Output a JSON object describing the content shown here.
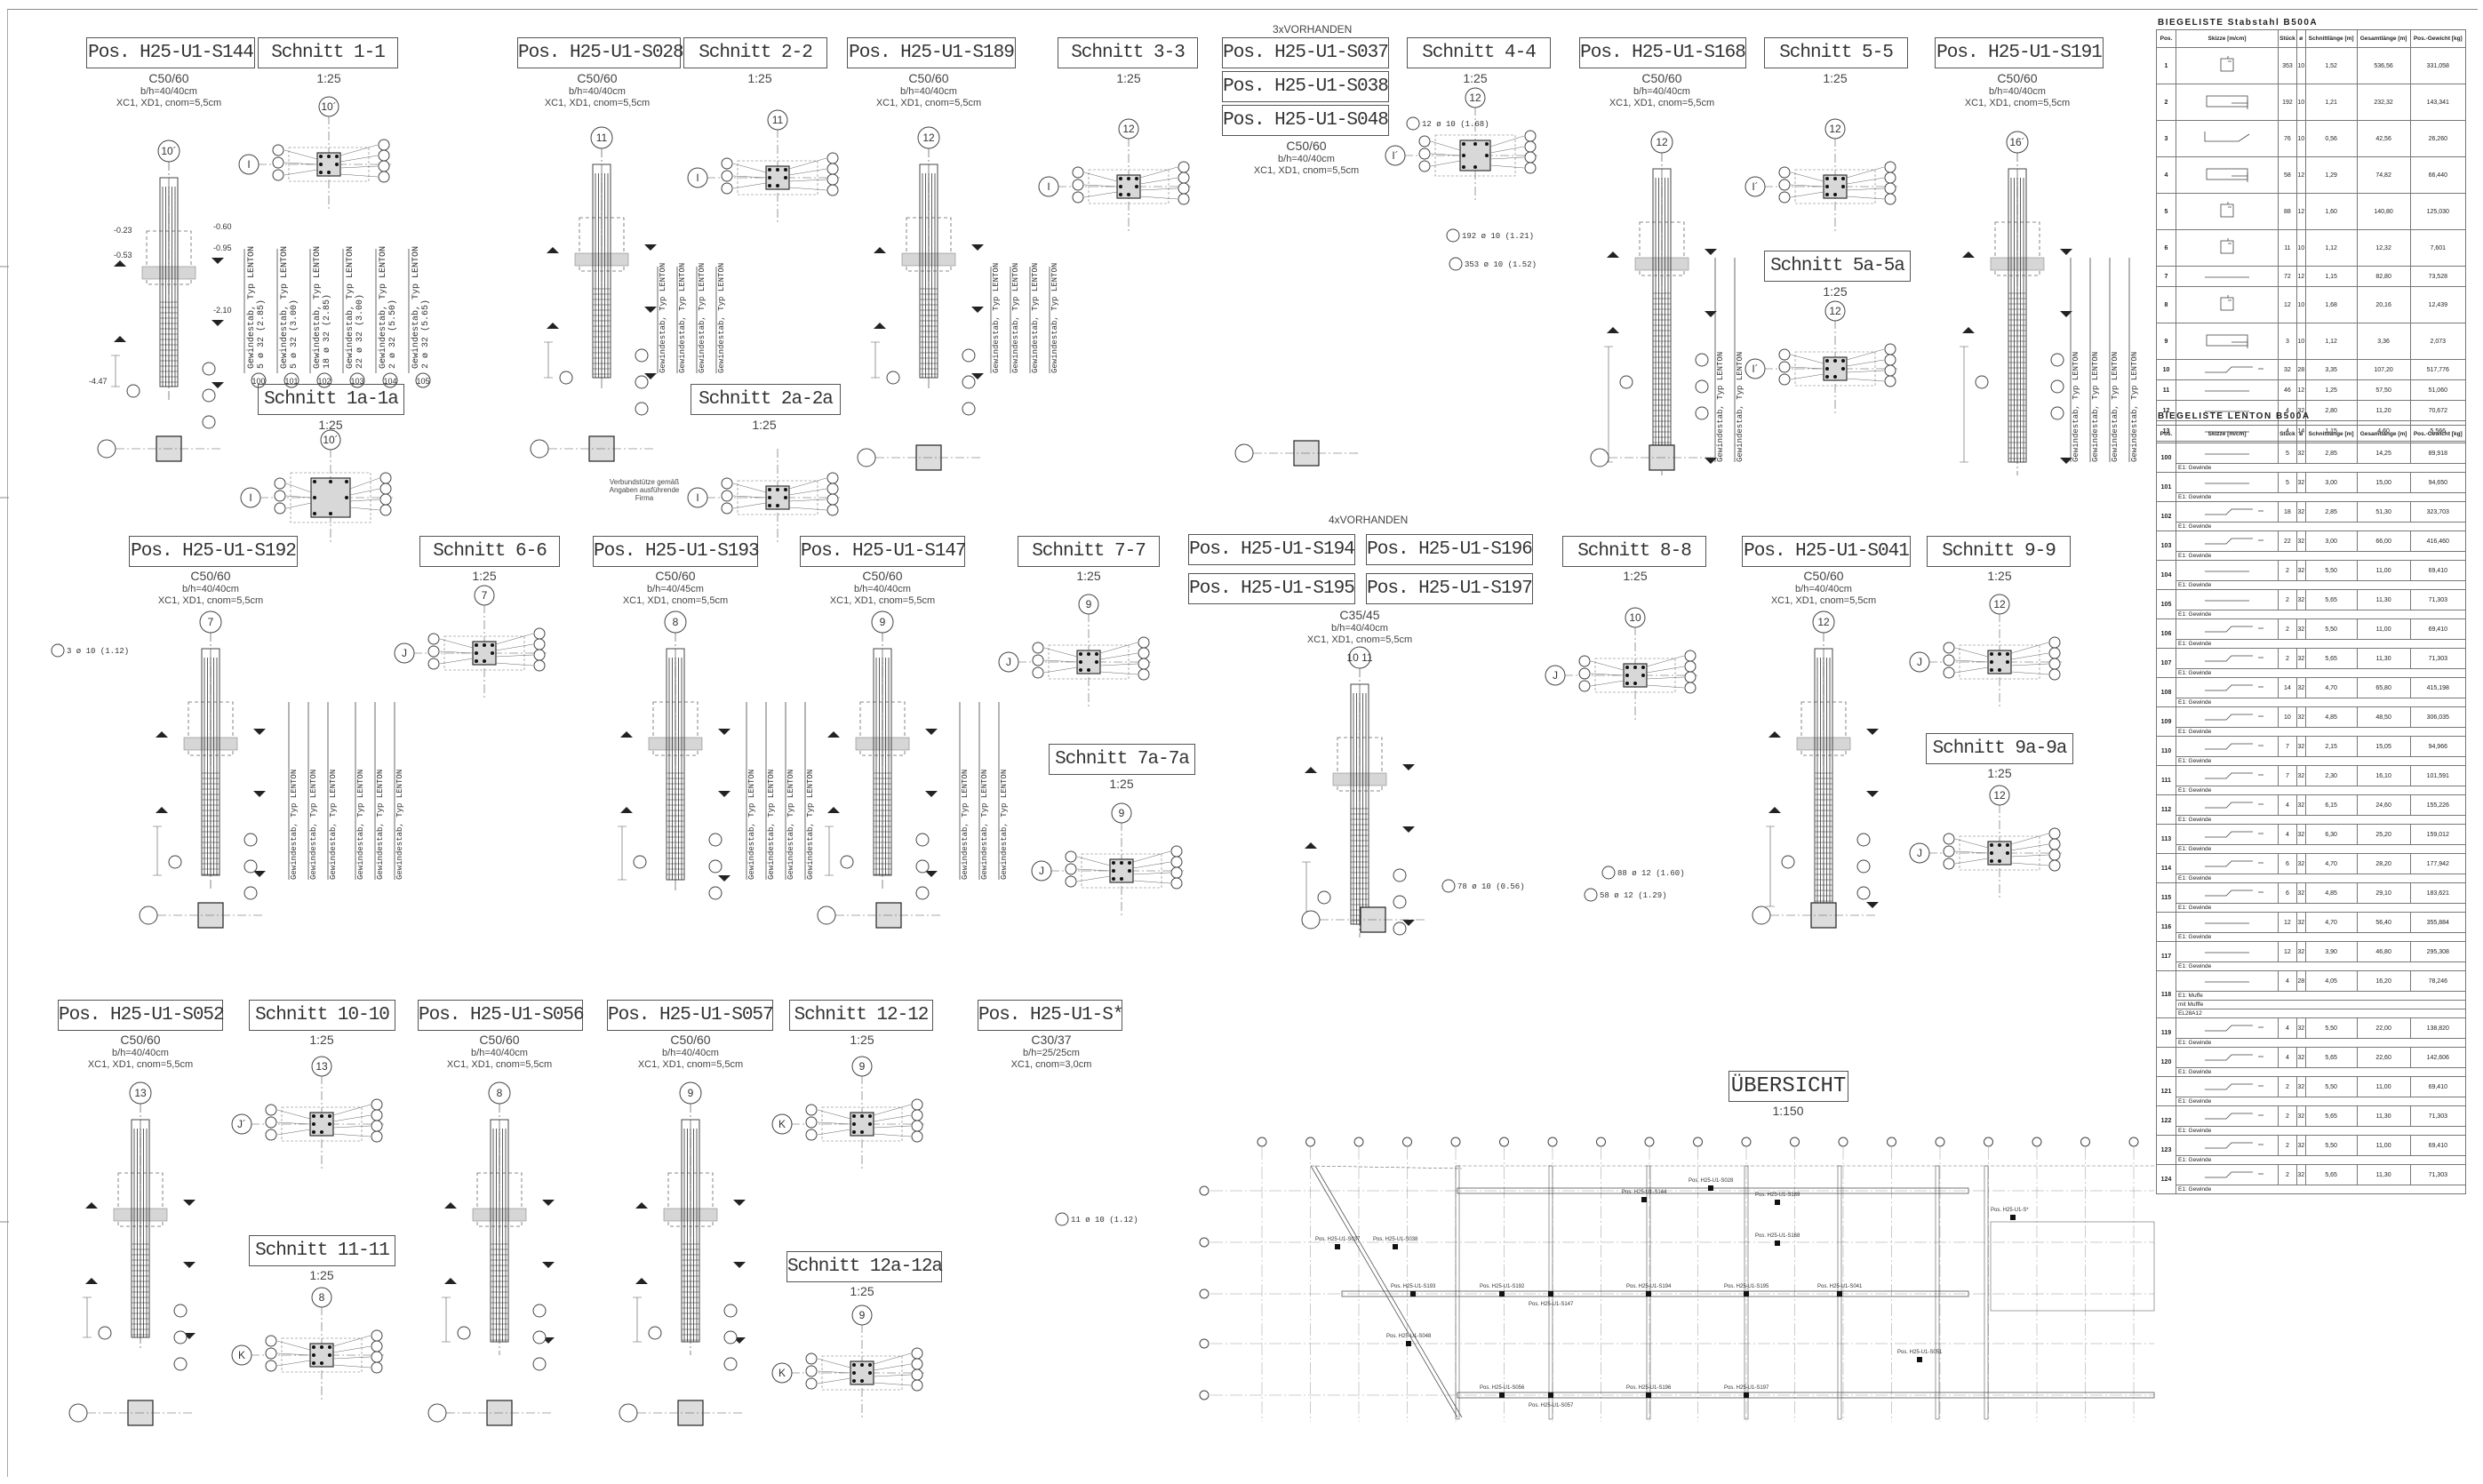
{
  "row1": {
    "s144": {
      "title": "Pos. H25-U1-S144",
      "concrete": "C50/60",
      "dims": "b/h=40/40cm",
      "exposure": "XC1, XD1, cnom=5,5cm"
    },
    "c11": {
      "title": "Schnitt 1-1",
      "scale": "1:25"
    },
    "s028": {
      "title": "Pos. H25-U1-S028",
      "concrete": "C50/60",
      "dims": "b/h=40/40cm",
      "exposure": "XC1, XD1, cnom=5,5cm"
    },
    "c22": {
      "title": "Schnitt 2-2",
      "scale": "1:25"
    },
    "s189": {
      "title": "Pos. H25-U1-S189",
      "concrete": "C50/60",
      "dims": "b/h=40/40cm",
      "exposure": "XC1, XD1, cnom=5,5cm"
    },
    "c33": {
      "title": "Schnitt 3-3",
      "scale": "1:25"
    },
    "vorhanden3": "3xVORHANDEN",
    "s037": {
      "title": "Pos. H25-U1-S037"
    },
    "s038": {
      "title": "Pos. H25-U1-S038"
    },
    "s048": {
      "title": "Pos. H25-U1-S048",
      "concrete": "C50/60",
      "dims": "b/h=40/40cm",
      "exposure": "XC1, XD1, cnom=5,5cm"
    },
    "c44": {
      "title": "Schnitt 4-4",
      "scale": "1:25"
    },
    "s168": {
      "title": "Pos. H25-U1-S168",
      "concrete": "C50/60",
      "dims": "b/h=40/40cm",
      "exposure": "XC1, XD1, cnom=5,5cm"
    },
    "c55": {
      "title": "Schnitt 5-5",
      "scale": "1:25"
    },
    "s191": {
      "title": "Pos. H25-U1-S191",
      "concrete": "C50/60",
      "dims": "b/h=40/40cm",
      "exposure": "XC1, XD1, cnom=5,5cm"
    },
    "c1a": {
      "title": "Schnitt 1a-1a",
      "scale": "1:25"
    },
    "c2a": {
      "title": "Schnitt 2a-2a",
      "scale": "1:25"
    },
    "c5a": {
      "title": "Schnitt 5a-5a",
      "scale": "1:25"
    },
    "verbund": "Verbundstütze gemäß Angaben ausführende Firma"
  },
  "row2": {
    "s192": {
      "title": "Pos. H25-U1-S192",
      "concrete": "C50/60",
      "dims": "b/h=40/40cm",
      "exposure": "XC1, XD1, cnom=5,5cm"
    },
    "c66": {
      "title": "Schnitt 6-6",
      "scale": "1:25"
    },
    "s193": {
      "title": "Pos. H25-U1-S193",
      "concrete": "C50/60",
      "dims": "b/h=40/45cm",
      "exposure": "XC1, XD1, cnom=5,5cm"
    },
    "s147": {
      "title": "Pos. H25-U1-S147",
      "concrete": "C50/60",
      "dims": "b/h=40/40cm",
      "exposure": "XC1, XD1, cnom=5,5cm"
    },
    "c77": {
      "title": "Schnitt 7-7",
      "scale": "1:25"
    },
    "vorhanden4": "4xVORHANDEN",
    "s194": {
      "title": "Pos. H25-U1-S194"
    },
    "s196": {
      "title": "Pos. H25-U1-S196"
    },
    "s195": {
      "title": "Pos. H25-U1-S195"
    },
    "s197": {
      "title": "Pos. H25-U1-S197",
      "concrete": "C35/45",
      "dims": "b/h=40/40cm",
      "exposure": "XC1, XD1, cnom=5,5cm"
    },
    "c88": {
      "title": "Schnitt 8-8",
      "scale": "1:25"
    },
    "s041": {
      "title": "Pos. H25-U1-S041",
      "concrete": "C50/60",
      "dims": "b/h=40/40cm",
      "exposure": "XC1, XD1, cnom=5,5cm"
    },
    "c99": {
      "title": "Schnitt 9-9",
      "scale": "1:25"
    },
    "c7a": {
      "title": "Schnitt 7a-7a",
      "scale": "1:25"
    },
    "c9a": {
      "title": "Schnitt 9a-9a",
      "scale": "1:25"
    }
  },
  "row3": {
    "s052": {
      "title": "Pos. H25-U1-S052",
      "concrete": "C50/60",
      "dims": "b/h=40/40cm",
      "exposure": "XC1, XD1, cnom=5,5cm"
    },
    "c1010": {
      "title": "Schnitt 10-10",
      "scale": "1:25"
    },
    "s056": {
      "title": "Pos. H25-U1-S056",
      "concrete": "C50/60",
      "dims": "b/h=40/40cm",
      "exposure": "XC1, XD1, cnom=5,5cm"
    },
    "s057": {
      "title": "Pos. H25-U1-S057",
      "concrete": "C50/60",
      "dims": "b/h=40/40cm",
      "exposure": "XC1, XD1, cnom=5,5cm"
    },
    "c1212": {
      "title": "Schnitt 12-12",
      "scale": "1:25"
    },
    "sstar": {
      "title": "Pos. H25-U1-S*",
      "concrete": "C30/37",
      "dims": "b/h=25/25cm",
      "exposure": "XC1, cnom=3,0cm"
    },
    "c1111": {
      "title": "Schnitt 11-11",
      "scale": "1:25"
    },
    "c12a": {
      "title": "Schnitt 12a-12a",
      "scale": "1:25"
    }
  },
  "overview": {
    "title": "ÜBERSICHT",
    "scale": "1:150"
  },
  "elevations": [
    {
      "bubble": "10´"
    },
    {
      "bubble": "11"
    },
    {
      "bubble": "12"
    },
    {
      "bubble": "16´"
    },
    {
      "bubble": "12"
    },
    {
      "bubble": "7"
    },
    {
      "bubble": "8"
    },
    {
      "bubble": "9"
    },
    {
      "bubble": "10 11"
    },
    {
      "bubble": "12"
    },
    {
      "bubble": "13"
    },
    {
      "bubble": "8"
    },
    {
      "bubble": "9"
    }
  ],
  "sections": [
    {
      "bubble": "10´",
      "side": "I"
    },
    {
      "bubble": "11",
      "side": "I"
    },
    {
      "bubble": "12",
      "side": "I"
    },
    {
      "bubble": "12",
      "side": "I´"
    },
    {
      "bubble": "12",
      "side": "I´"
    },
    {
      "bubble": "10´",
      "side": "I"
    },
    {
      "bubble": "",
      "side": "I"
    },
    {
      "bubble": "12",
      "side": "I´"
    },
    {
      "bubble": "7",
      "side": "J"
    },
    {
      "bubble": "9",
      "side": "J"
    },
    {
      "bubble": "10",
      "side": "J"
    },
    {
      "bubble": "12",
      "side": "J"
    },
    {
      "bubble": "9",
      "side": "J"
    },
    {
      "bubble": "12",
      "side": "J"
    },
    {
      "bubble": "13",
      "side": "J´"
    },
    {
      "bubble": "9",
      "side": "K"
    },
    {
      "bubble": "8",
      "side": "K"
    },
    {
      "bubble": "9",
      "side": "K"
    }
  ],
  "rebar_labels": [
    {
      "pos": "100",
      "text": "Gewindestab, Typ LENTON",
      "count": "5 ø 32 (2.85)"
    },
    {
      "pos": "101",
      "text": "Gewindestab, Typ LENTON",
      "count": "5 ø 32 (3.00)"
    },
    {
      "pos": "102",
      "text": "Gewindestab, Typ LENTON",
      "count": "18 ø 32 (2.85)"
    },
    {
      "pos": "103",
      "text": "Gewindestab, Typ LENTON",
      "count": "22 ø 32 (3.00)"
    },
    {
      "pos": "104",
      "text": "Gewindestab, Typ LENTON",
      "count": "2 ø 32 (5.50)"
    },
    {
      "pos": "105",
      "text": "Gewindestab, Typ LENTON",
      "count": "2 ø 32 (5.65)"
    }
  ],
  "bar_notes": [
    "192 ø 10 (1.21)",
    "353 ø 10 (1.52)",
    "12 ø 10 (1.68)",
    "78 ø 10 (0.56)",
    "88 ø 12 (1.60)",
    "58 ø 12 (1.29)",
    "11 ø 10 (1.12)",
    "3 ø 10 (1.12)"
  ],
  "levels": [
    "-0.23",
    "-0.53",
    "-0.60",
    "-0.95",
    "-2.10",
    "-4.47"
  ],
  "stabstahl": {
    "title": "BIEGELISTE Stabstahl B500A",
    "headers": [
      "Pos.",
      "Skizze [m/cm]",
      "Stück",
      "ø",
      "Schnittlänge [m]",
      "Gesamtlänge [m]",
      "Pos.-Gewicht [kg]"
    ],
    "rows": [
      {
        "pos": "1",
        "sketch": "stirrup-small",
        "n": "353",
        "d": "10",
        "l": "1,52",
        "lt": "536,56",
        "w": "331,058"
      },
      {
        "pos": "2",
        "sketch": "stirrup-wide",
        "n": "192",
        "d": "10",
        "l": "1,21",
        "lt": "232,32",
        "w": "143,341"
      },
      {
        "pos": "3",
        "sketch": "hook-bar",
        "n": "76",
        "d": "10",
        "l": "0,56",
        "lt": "42,56",
        "w": "26,260"
      },
      {
        "pos": "4",
        "sketch": "stirrup-wide",
        "n": "58",
        "d": "12",
        "l": "1,29",
        "lt": "74,82",
        "w": "66,440"
      },
      {
        "pos": "5",
        "sketch": "stirrup-small",
        "n": "88",
        "d": "12",
        "l": "1,60",
        "lt": "140,80",
        "w": "125,030"
      },
      {
        "pos": "6",
        "sketch": "stirrup-small",
        "n": "11",
        "d": "10",
        "l": "1,12",
        "lt": "12,32",
        "w": "7,601"
      },
      {
        "pos": "7",
        "sketch": "straight",
        "n": "72",
        "d": "12",
        "l": "1,15",
        "lt": "82,80",
        "w": "73,528"
      },
      {
        "pos": "8",
        "sketch": "stirrup-small",
        "n": "12",
        "d": "10",
        "l": "1,68",
        "lt": "20,16",
        "w": "12,439"
      },
      {
        "pos": "9",
        "sketch": "stirrup-wide",
        "n": "3",
        "d": "10",
        "l": "1,12",
        "lt": "3,36",
        "w": "2,073"
      },
      {
        "pos": "10",
        "sketch": "cranked",
        "n": "32",
        "d": "28",
        "l": "3,35",
        "lt": "107,20",
        "w": "517,776"
      },
      {
        "pos": "11",
        "sketch": "straight",
        "n": "46",
        "d": "12",
        "l": "1,25",
        "lt": "57,50",
        "w": "51,060"
      },
      {
        "pos": "12",
        "sketch": "straight",
        "n": "4",
        "d": "32",
        "l": "2,80",
        "lt": "11,20",
        "w": "70,672"
      },
      {
        "pos": "13",
        "sketch": "straight",
        "n": "4",
        "d": "14",
        "l": "1,15",
        "lt": "4,60",
        "w": "5,566"
      }
    ]
  },
  "lenton": {
    "title": "BIEGELISTE LENTON B500A",
    "headers": [
      "Pos.",
      "Skizze [m/cm]",
      "Stück",
      "ø",
      "Schnittlänge [m]",
      "Gesamtlänge [m]",
      "Pos.-Gewicht [kg]"
    ],
    "rows": [
      {
        "pos": "100",
        "sketch": "straight",
        "n": "5",
        "d": "32",
        "l": "2,85",
        "lt": "14,25",
        "w": "89,918",
        "notes": [
          "E1: Gewinde"
        ]
      },
      {
        "pos": "101",
        "sketch": "straight",
        "n": "5",
        "d": "32",
        "l": "3,00",
        "lt": "15,00",
        "w": "94,650",
        "notes": [
          "E1: Gewinde"
        ]
      },
      {
        "pos": "102",
        "sketch": "cranked",
        "n": "18",
        "d": "32",
        "l": "2,85",
        "lt": "51,30",
        "w": "323,703",
        "notes": [
          "E1: Gewinde"
        ]
      },
      {
        "pos": "103",
        "sketch": "cranked",
        "n": "22",
        "d": "32",
        "l": "3,00",
        "lt": "66,00",
        "w": "416,460",
        "notes": [
          "E1: Gewinde"
        ]
      },
      {
        "pos": "104",
        "sketch": "straight",
        "n": "2",
        "d": "32",
        "l": "5,50",
        "lt": "11,00",
        "w": "69,410",
        "notes": [
          "E1: Gewinde"
        ]
      },
      {
        "pos": "105",
        "sketch": "straight",
        "n": "2",
        "d": "32",
        "l": "5,65",
        "lt": "11,30",
        "w": "71,303",
        "notes": [
          "E1: Gewinde"
        ]
      },
      {
        "pos": "106",
        "sketch": "cranked",
        "n": "2",
        "d": "32",
        "l": "5,50",
        "lt": "11,00",
        "w": "69,410",
        "notes": [
          "E1: Gewinde"
        ]
      },
      {
        "pos": "107",
        "sketch": "cranked",
        "n": "2",
        "d": "32",
        "l": "5,65",
        "lt": "11,30",
        "w": "71,303",
        "notes": [
          "E1: Gewinde"
        ]
      },
      {
        "pos": "108",
        "sketch": "cranked",
        "n": "14",
        "d": "32",
        "l": "4,70",
        "lt": "65,80",
        "w": "415,198",
        "notes": [
          "E1: Gewinde"
        ]
      },
      {
        "pos": "109",
        "sketch": "cranked",
        "n": "10",
        "d": "32",
        "l": "4,85",
        "lt": "48,50",
        "w": "306,035",
        "notes": [
          "E1: Gewinde"
        ]
      },
      {
        "pos": "110",
        "sketch": "cranked",
        "n": "7",
        "d": "32",
        "l": "2,15",
        "lt": "15,05",
        "w": "94,966",
        "notes": [
          "E1: Gewinde"
        ]
      },
      {
        "pos": "111",
        "sketch": "cranked",
        "n": "7",
        "d": "32",
        "l": "2,30",
        "lt": "16,10",
        "w": "101,591",
        "notes": [
          "E1: Gewinde"
        ]
      },
      {
        "pos": "112",
        "sketch": "cranked",
        "n": "4",
        "d": "32",
        "l": "6,15",
        "lt": "24,60",
        "w": "155,226",
        "notes": [
          "E1: Gewinde"
        ]
      },
      {
        "pos": "113",
        "sketch": "cranked",
        "n": "4",
        "d": "32",
        "l": "6,30",
        "lt": "25,20",
        "w": "159,012",
        "notes": [
          "E1: Gewinde"
        ]
      },
      {
        "pos": "114",
        "sketch": "cranked",
        "n": "6",
        "d": "32",
        "l": "4,70",
        "lt": "28,20",
        "w": "177,942",
        "notes": [
          "E1: Gewinde"
        ]
      },
      {
        "pos": "115",
        "sketch": "cranked",
        "n": "6",
        "d": "32",
        "l": "4,85",
        "lt": "29,10",
        "w": "183,621",
        "notes": [
          "E1: Gewinde"
        ]
      },
      {
        "pos": "116",
        "sketch": "straight",
        "n": "12",
        "d": "32",
        "l": "4,70",
        "lt": "56,40",
        "w": "355,884",
        "notes": [
          "E1: Gewinde"
        ]
      },
      {
        "pos": "117",
        "sketch": "straight",
        "n": "12",
        "d": "32",
        "l": "3,90",
        "lt": "46,80",
        "w": "295,308",
        "notes": [
          "E1: Gewinde"
        ]
      },
      {
        "pos": "118",
        "sketch": "straight",
        "n": "4",
        "d": "28",
        "l": "4,05",
        "lt": "16,20",
        "w": "78,246",
        "notes": [
          "E1: Muffe",
          "mit Mufffe",
          "EL28A12"
        ]
      },
      {
        "pos": "119",
        "sketch": "cranked",
        "n": "4",
        "d": "32",
        "l": "5,50",
        "lt": "22,00",
        "w": "138,820",
        "notes": [
          "E1: Gewinde"
        ]
      },
      {
        "pos": "120",
        "sketch": "cranked",
        "n": "4",
        "d": "32",
        "l": "5,65",
        "lt": "22,60",
        "w": "142,606",
        "notes": [
          "E1: Gewinde"
        ]
      },
      {
        "pos": "121",
        "sketch": "cranked",
        "n": "2",
        "d": "32",
        "l": "5,50",
        "lt": "11,00",
        "w": "69,410",
        "notes": [
          "E1: Gewinde"
        ]
      },
      {
        "pos": "122",
        "sketch": "cranked",
        "n": "2",
        "d": "32",
        "l": "5,65",
        "lt": "11,30",
        "w": "71,303",
        "notes": [
          "E1: Gewinde"
        ]
      },
      {
        "pos": "123",
        "sketch": "cranked",
        "n": "2",
        "d": "32",
        "l": "5,50",
        "lt": "11,00",
        "w": "69,410",
        "notes": [
          "E1: Gewinde"
        ]
      },
      {
        "pos": "124",
        "sketch": "cranked",
        "n": "2",
        "d": "32",
        "l": "5,65",
        "lt": "11,30",
        "w": "71,303",
        "notes": [
          "E1: Gewinde"
        ]
      }
    ]
  },
  "plan_labels": [
    "Pos. H25-U1-S028",
    "Pos. H25-U1-S144",
    "Pos. H25-U1-S189",
    "Pos. H25-U1-S168",
    "Pos. H25-U1-S037",
    "Pos. H25-U1-S038",
    "Pos. H25-U1-S193",
    "Pos. H25-U1-S192",
    "Pos. H25-U1-S147",
    "Pos. H25-U1-S194",
    "Pos. H25-U1-S195",
    "Pos. H25-U1-S041",
    "Pos. H25-U1-S048",
    "Pos. H25-U1-S051",
    "Pos. H25-U1-S056",
    "Pos. H25-U1-S057",
    "Pos. H25-U1-S196",
    "Pos. H25-U1-S197",
    "Pos. H25-U1-S*"
  ]
}
